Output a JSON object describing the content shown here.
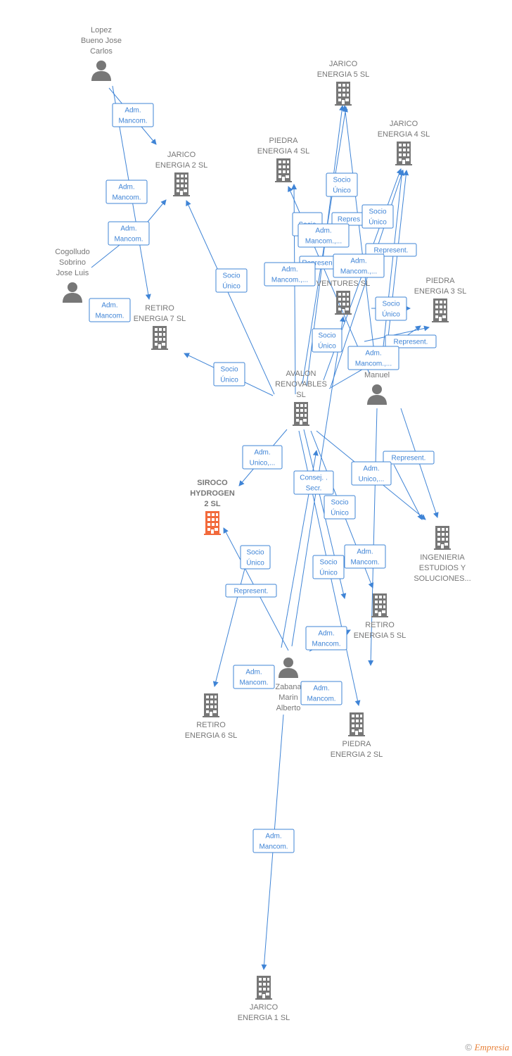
{
  "colors": {
    "accent": "#3f84d6",
    "node": "#777777",
    "highlight": "#f26a3c"
  },
  "nodes": [
    {
      "id": "lopez",
      "type": "person",
      "lines": [
        "Lopez",
        "Bueno Jose",
        "Carlos"
      ]
    },
    {
      "id": "cogolludo",
      "type": "person",
      "lines": [
        "Cogolludo",
        "Sobrino",
        "Jose Luis"
      ]
    },
    {
      "id": "jarico2",
      "type": "company",
      "lines": [
        "JARICO",
        "ENERGIA 2  SL"
      ]
    },
    {
      "id": "retiro7",
      "type": "company",
      "lines": [
        "RETIRO",
        "ENERGIA 7  SL"
      ]
    },
    {
      "id": "jarico5",
      "type": "company",
      "lines": [
        "JARICO",
        "ENERGIA 5  SL"
      ]
    },
    {
      "id": "jarico4",
      "type": "company",
      "lines": [
        "JARICO",
        "ENERGIA 4  SL"
      ]
    },
    {
      "id": "piedra4",
      "type": "company",
      "lines": [
        "PIEDRA",
        "ENERGIA 4  SL"
      ]
    },
    {
      "id": "ventures",
      "type": "company",
      "lines": [
        "S",
        "VENTURES  SL"
      ]
    },
    {
      "id": "piedra3",
      "type": "company",
      "lines": [
        "PIEDRA",
        "ENERGIA 3  SL"
      ]
    },
    {
      "id": "manuel",
      "type": "person",
      "lines": [
        "Manuel"
      ]
    },
    {
      "id": "avalon",
      "type": "company",
      "lines": [
        "AVALON",
        "RENOVABLES",
        "SL"
      ]
    },
    {
      "id": "siroco",
      "type": "company",
      "highlight": true,
      "lines": [
        "SIROCO",
        "HYDROGEN",
        "2  SL"
      ]
    },
    {
      "id": "ingenieria",
      "type": "company",
      "lines": [
        "INGENIERIA",
        "ESTUDIOS Y",
        "SOLUCIONES..."
      ]
    },
    {
      "id": "retiro5",
      "type": "company",
      "lines": [
        "RETIRO",
        "ENERGIA 5  SL"
      ]
    },
    {
      "id": "alberto",
      "type": "person",
      "lines": [
        "Zabana",
        "Marin",
        "Alberto"
      ]
    },
    {
      "id": "retiro6",
      "type": "company",
      "lines": [
        "RETIRO",
        "ENERGIA 6  SL"
      ]
    },
    {
      "id": "piedra2",
      "type": "company",
      "lines": [
        "PIEDRA",
        "ENERGIA 2  SL"
      ]
    },
    {
      "id": "jarico1",
      "type": "company",
      "lines": [
        "JARICO",
        "ENERGIA 1  SL"
      ]
    }
  ],
  "relations": [
    [
      "Adm.",
      "Mancom."
    ],
    [
      "Adm.",
      "Mancom."
    ],
    [
      "Adm.",
      "Mancom."
    ],
    [
      "Adm.",
      "Mancom."
    ],
    [
      "Socio",
      "Único"
    ],
    [
      "Socio",
      "Único"
    ],
    [
      "Socio",
      "Único"
    ],
    [
      "Socio"
    ],
    [
      "Repres"
    ],
    [
      "Socio",
      "Único"
    ],
    [
      "Adm.",
      "Mancom.,..."
    ],
    [
      "Represent."
    ],
    [
      "Represen"
    ],
    [
      "Adm.",
      "Mancom.,..."
    ],
    [
      "Adm.",
      "Mancom.,..."
    ],
    [
      "Socio",
      "Único"
    ],
    [
      "Socio",
      "Único"
    ],
    [
      "Represent."
    ],
    [
      "Adm.",
      "Mancom.,..."
    ],
    [
      "Adm.",
      "Unico,..."
    ],
    [
      "Represent."
    ],
    [
      "Adm.",
      "Unico,..."
    ],
    [
      "Consej. .",
      "Secr."
    ],
    [
      "Socio",
      "Único"
    ],
    [
      "Socio",
      "Único"
    ],
    [
      "Adm.",
      "Mancom."
    ],
    [
      "Socio",
      "Único"
    ],
    [
      "Represent."
    ],
    [
      "Adm.",
      "Mancom."
    ],
    [
      "Adm.",
      "Mancom."
    ],
    [
      "Adm.",
      "Mancom."
    ],
    [
      "Adm.",
      "Mancom."
    ]
  ],
  "watermark": {
    "symbol": "©",
    "brand": "Empresia"
  }
}
